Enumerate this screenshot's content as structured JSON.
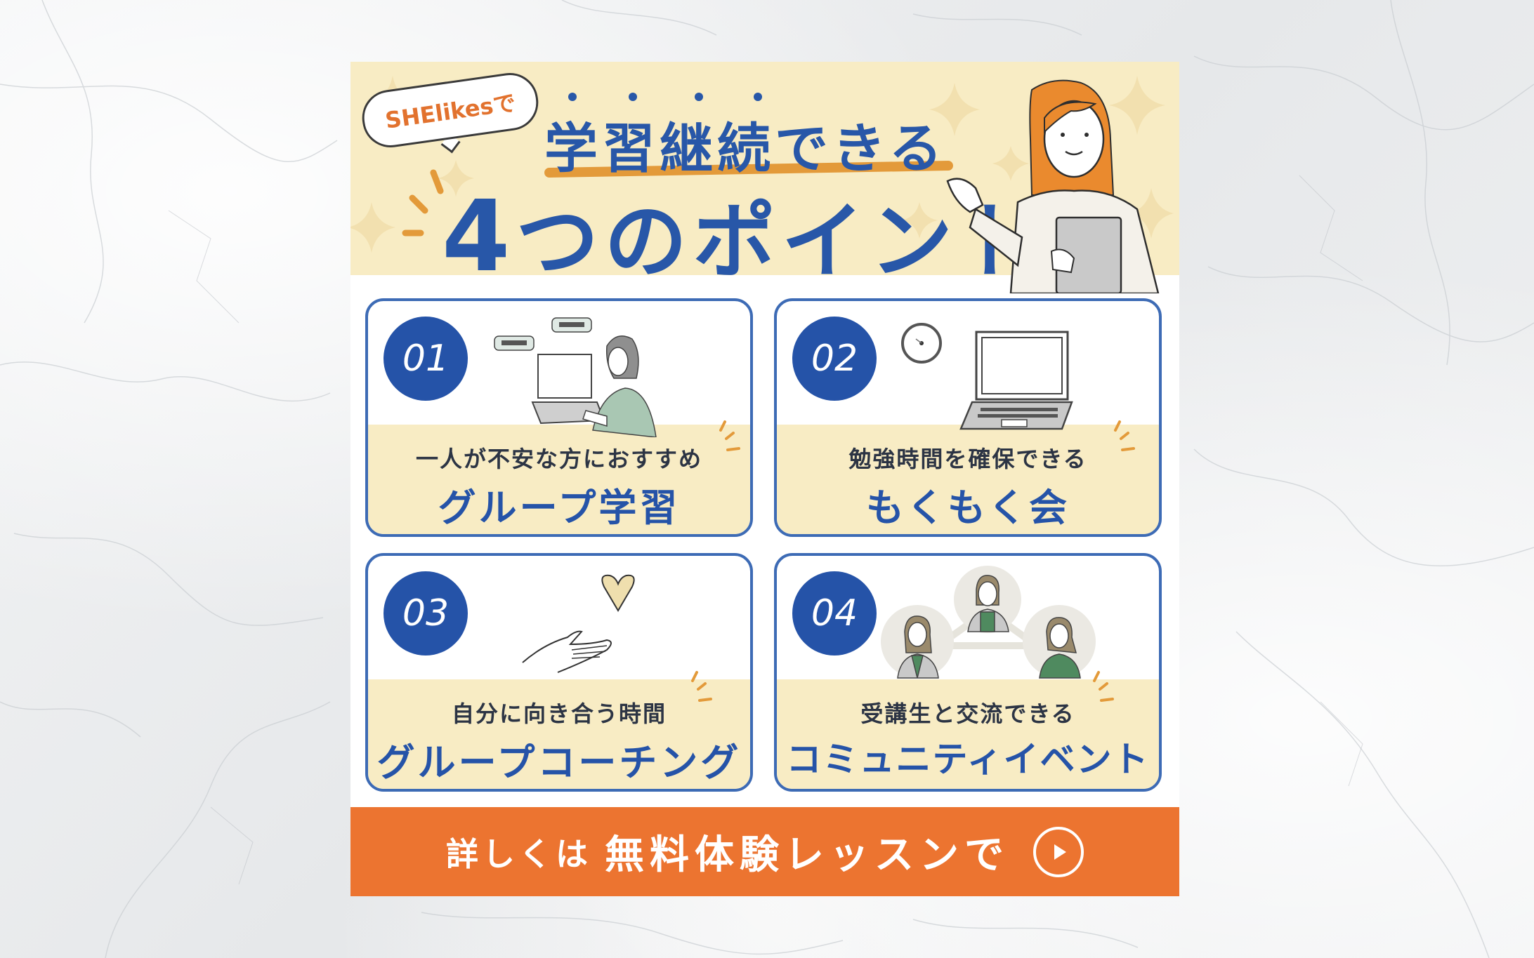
{
  "header": {
    "bubble_text": "SHElikesで",
    "title_line1": "学習継続できる",
    "title_line2_number": "4",
    "title_line2_rest": "つのポイント"
  },
  "cards": [
    {
      "number": "01",
      "subtitle": "一人が不安な方におすすめ",
      "title": "グループ学習",
      "illustration": "woman-at-laptop-chat-icon"
    },
    {
      "number": "02",
      "subtitle": "勉強時間を確保できる",
      "title": "もくもく会",
      "illustration": "clock-and-laptop-icon"
    },
    {
      "number": "03",
      "subtitle": "自分に向き合う時間",
      "title": "グループコーチング",
      "illustration": "hand-with-heart-icon"
    },
    {
      "number": "04",
      "subtitle": "受講生と交流できる",
      "title": "コミュニティイベント",
      "illustration": "three-people-network-icon"
    }
  ],
  "cta": {
    "prefix": "詳しくは",
    "main": "無料体験レッスンで",
    "icon": "play-circle-icon"
  },
  "colors": {
    "primary_blue": "#2553a8",
    "accent_orange": "#ec7430",
    "cream": "#f8ecc4",
    "underline_orange": "#e39a3a"
  }
}
